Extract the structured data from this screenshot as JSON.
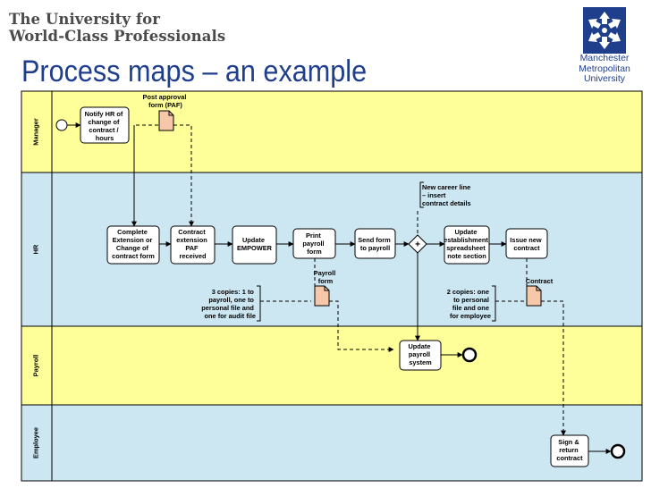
{
  "header": {
    "brand_line1": "The University for",
    "brand_line2": "World-Class Professionals",
    "title": "Process maps – an example",
    "logo_line1": "Manchester",
    "logo_line2": "Metropolitan",
    "logo_line3": "University"
  },
  "lanes": [
    {
      "id": "manager",
      "label": "Manager",
      "color": "#ffff99"
    },
    {
      "id": "hr",
      "label": "HR",
      "color": "#cce6f2"
    },
    {
      "id": "payroll",
      "label": "Payroll",
      "color": "#ffff99"
    },
    {
      "id": "employee",
      "label": "Employee",
      "color": "#cce6f2"
    }
  ],
  "tasks": {
    "notify_hr": [
      "Notify HR of",
      "change of",
      "contract /",
      "hours"
    ],
    "complete_extension": [
      "Complete",
      "Extension or",
      "Change of",
      "contract form"
    ],
    "contract_received": [
      "Contract",
      "extension",
      "PAF",
      "received"
    ],
    "update_empower": [
      "Update",
      "EMPOWER"
    ],
    "print_payroll": [
      "Print",
      "payroll",
      "form"
    ],
    "send_form": [
      "Send form",
      "to payroll"
    ],
    "update_spreadsheet": [
      "Update",
      "establishment",
      "spreadsheet",
      "note section"
    ],
    "issue_contract": [
      "Issue new",
      "contract"
    ],
    "update_payroll": [
      "Update",
      "payroll",
      "system"
    ],
    "sign_return": [
      "Sign &",
      "return",
      "contract"
    ]
  },
  "documents": {
    "paf": [
      "Post approval",
      "form (PAF)"
    ],
    "payroll_form": [
      "Payroll",
      "form"
    ],
    "contract": [
      "Contract"
    ]
  },
  "annotations": {
    "career_line": [
      "New career line",
      "– insert",
      "contract details"
    ],
    "three_copies": [
      "3 copies: 1 to",
      "payroll, one to",
      "personal file and",
      "one for audit file"
    ],
    "two_copies": [
      "2 copies: one",
      "to personal",
      "file and one",
      "for employee"
    ]
  },
  "gateway_symbol": "+",
  "colors": {
    "title": "#1f3e8c",
    "brand": "#4a4a4a",
    "doc_fill": "#f6c7a8",
    "task_fill": "#ffffff",
    "line": "#000000"
  },
  "icons": {
    "logo": "mmu-emblem",
    "start": "start-event-circle",
    "end": "end-event-circle",
    "gateway": "parallel-gateway-diamond",
    "document": "document-icon"
  }
}
